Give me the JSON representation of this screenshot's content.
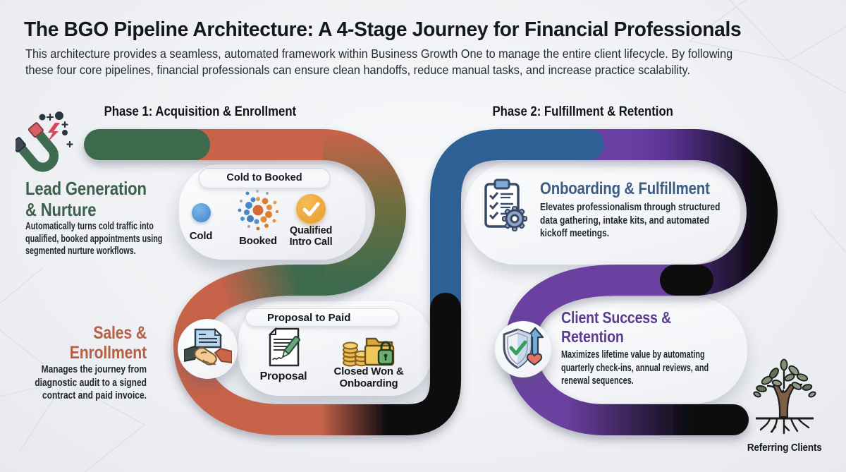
{
  "header": {
    "title": "The BGO Pipeline Architecture: A 4-Stage Journey for Financial Professionals",
    "subtitle_lines": [
      "This architecture provides a seamless, automated framework within Business Growth One to manage the entire client lifecycle. By following",
      "these four core pipelines, financial professionals can ensure clean handoffs, reduce manual tasks, and increase practice scalability."
    ]
  },
  "phases": {
    "phase1": "Phase 1: Acquisition & Enrollment",
    "phase2": "Phase 2: Fulfillment & Retention"
  },
  "stages": {
    "lead": {
      "title_line1": "Lead Generation",
      "title_line2": "& Nurture",
      "description": "Automatically turns cold traffic into qualified, booked appointments using segmented nurture workflows.",
      "color": "#3d6b4e"
    },
    "sales": {
      "title_line1": "Sales &",
      "title_line2": "Enrollment",
      "description": "Manages the journey from diagnostic audit to a signed contract and paid invoice.",
      "color": "#b55f45"
    },
    "onboarding": {
      "title": "Onboarding & Fulfillment",
      "description": "Elevates professionalism through structured data gathering, intake kits, and automated kickoff meetings.",
      "color": "#3c5c82"
    },
    "client_success": {
      "title_line1": "Client Success &",
      "title_line2": "Retention",
      "description": "Maximizes lifetime value by automating quarterly check-ins, annual reviews, and renewal sequences.",
      "color": "#5c3b90"
    }
  },
  "callouts": {
    "cold_to_booked": {
      "title": "Cold to Booked",
      "items": [
        {
          "label": "Cold",
          "icon": "cold-dot-icon"
        },
        {
          "label": "Booked",
          "icon": "booked-cluster-icon"
        },
        {
          "label": "Qualified Intro Call",
          "icon": "qualified-check-icon"
        }
      ]
    },
    "proposal_to_paid": {
      "title": "Proposal to Paid",
      "items": [
        {
          "label": "Proposal",
          "icon": "proposal-doc-icon"
        },
        {
          "label": "Closed Won & Onboarding",
          "icon": "closed-won-icon"
        }
      ]
    }
  },
  "footer": {
    "referring_clients_label": "Referring Clients"
  },
  "colors": {
    "green": "#3d6b4e",
    "orange": "#c7634a",
    "blue": "#2e6195",
    "purple": "#6a3fa0",
    "black": "#0b0a10"
  }
}
